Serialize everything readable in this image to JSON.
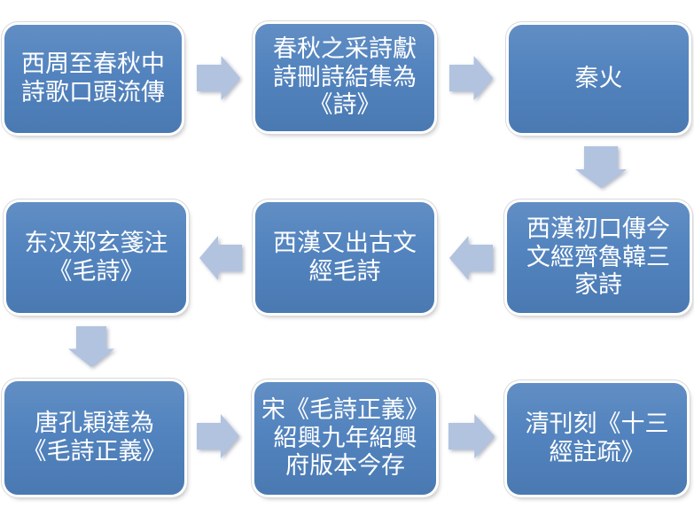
{
  "diagram": {
    "type": "flowchart",
    "layout": "snake-process",
    "colors": {
      "box_fill": "#4f81bd",
      "arrow_fill": "#b1c3df",
      "text_color": "#ffffff",
      "background": "#ffffff"
    },
    "nodes": [
      {
        "id": 1,
        "text": "西周至春秋中\n詩歌口頭流傳"
      },
      {
        "id": 2,
        "text": "春秋之采詩獻\n詩刪詩結集為\n《詩》"
      },
      {
        "id": 3,
        "text": "秦火"
      },
      {
        "id": 4,
        "text": "西漢初口傳今\n文經齊魯韓三\n家詩"
      },
      {
        "id": 5,
        "text": "西漢又出古文\n經毛詩"
      },
      {
        "id": 6,
        "text": "东汉郑玄箋注\n《毛詩》"
      },
      {
        "id": 7,
        "text": "唐孔穎達為\n《毛詩正義》"
      },
      {
        "id": 8,
        "text": "宋《毛詩正義》\n紹興九年紹興\n府版本今存"
      },
      {
        "id": 9,
        "text": "清刊刻《十三\n經註疏》"
      }
    ],
    "connections": [
      {
        "from": 1,
        "to": 2,
        "direction": "right"
      },
      {
        "from": 2,
        "to": 3,
        "direction": "right"
      },
      {
        "from": 3,
        "to": 4,
        "direction": "down"
      },
      {
        "from": 4,
        "to": 5,
        "direction": "left"
      },
      {
        "from": 5,
        "to": 6,
        "direction": "left"
      },
      {
        "from": 6,
        "to": 7,
        "direction": "down"
      },
      {
        "from": 7,
        "to": 8,
        "direction": "right"
      },
      {
        "from": 8,
        "to": 9,
        "direction": "right"
      }
    ]
  }
}
